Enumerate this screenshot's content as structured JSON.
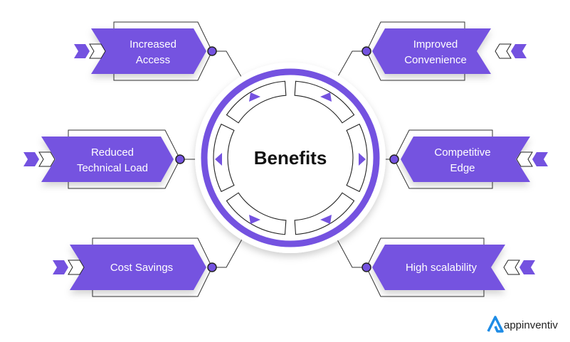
{
  "title": "Benefits",
  "accent": "#7452E0",
  "benefits": [
    {
      "line1": "Increased",
      "line2": "Access"
    },
    {
      "line1": "Improved",
      "line2": "Convenience"
    },
    {
      "line1": "Reduced",
      "line2": "Technical Load"
    },
    {
      "line1": "Competitive",
      "line2": "Edge"
    },
    {
      "line1": "Cost Savings",
      "line2": ""
    },
    {
      "line1": "High scalability",
      "line2": ""
    }
  ],
  "brand": {
    "name": "appinventiv",
    "icon": "appinventiv-logo-icon"
  }
}
